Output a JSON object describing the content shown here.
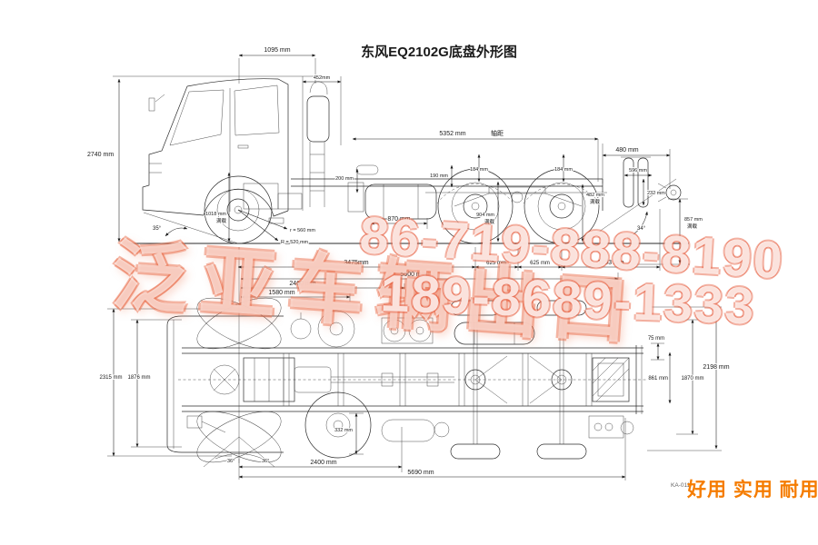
{
  "title": "东风EQ2102G底盘外形图",
  "watermark": {
    "company": "泛亚车辆出口",
    "phone1": "86-719-888-8190",
    "phone2": "189-8689-1333",
    "accent_color": "#e9704e"
  },
  "slogan": "好用 实用 耐用",
  "slogan_color": "#f57c00",
  "drawing_code": "KA-011",
  "side_view": {
    "height_overall": "2740 mm",
    "cab_span": "1095 mm",
    "stack_width": "452mm",
    "wheelbase": "5352 mm",
    "wheelbase_note": "轴距",
    "rear_box": "480 mm",
    "ring": "596 mm",
    "frame_front": "200 mm",
    "clearance_front": "190 mm",
    "arc_travel": "184 mm",
    "frame_rear": "482 mm",
    "hook": "232 mm",
    "hitch_height": "857 mm",
    "loaded": "满载",
    "angle_departure": "34°",
    "angle_approach": "35°",
    "radius_small": "r = 560 mm",
    "radius_big": "R = 520 mm",
    "front_axle_height": "1018 mm",
    "bogie_height": "904 mm",
    "tank_length": "870 mm",
    "axle_to_bogie": "3475mm",
    "axle_spacing": "625 mm",
    "rear_to_hitch": "1453 mm",
    "frame_length": "5600 mm",
    "mid_length": "2460 mm",
    "front_length": "1580 mm"
  },
  "top_view": {
    "width_overall": "2315 mm",
    "width_track": "1876 mm",
    "gap": "75 mm",
    "frame_width": "861 mm",
    "body_width": "1870 mm",
    "width_rear": "2198 mm",
    "mid_length": "2400 mm",
    "total_length": "5690 mm",
    "offset": "332 mm",
    "steer_angle": "36°"
  }
}
